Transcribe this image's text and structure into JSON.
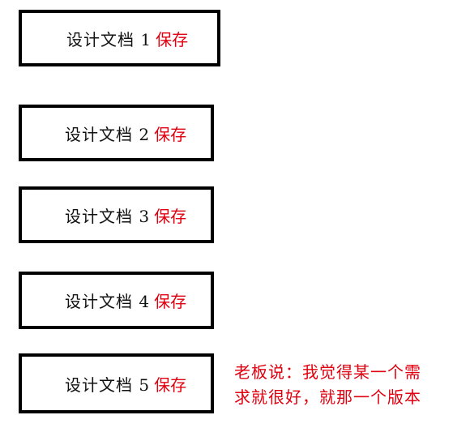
{
  "documents": [
    {
      "name": "设计文档 1",
      "status": "保存"
    },
    {
      "name": "设计文档 2",
      "status": "保存"
    },
    {
      "name": "设计文档 3",
      "status": "保存"
    },
    {
      "name": "设计文档 4",
      "status": "保存"
    },
    {
      "name": "设计文档 5",
      "status": "保存"
    }
  ],
  "annotation": {
    "line1": "老板说：我觉得某一个需",
    "line2": "求就很好，就那一个版本"
  },
  "colors": {
    "save_text": "#e0000f",
    "annotation_text": "#e0000f",
    "box_border": "#000000"
  }
}
